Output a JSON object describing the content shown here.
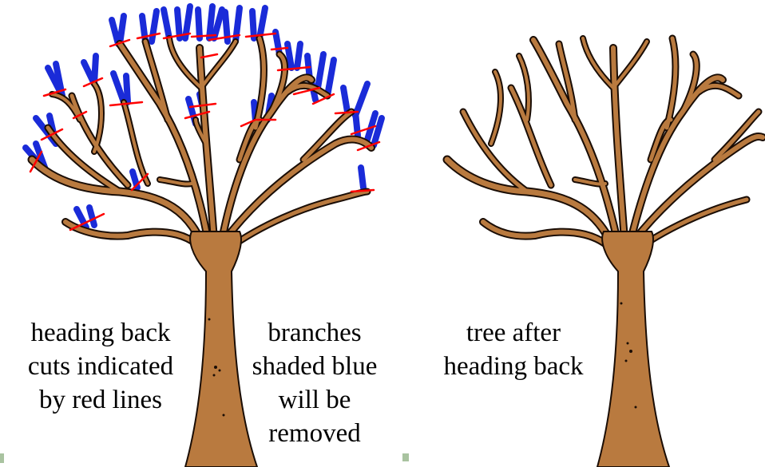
{
  "labels": {
    "heading_cuts": [
      "heading back",
      "cuts indicated",
      "by red lines"
    ],
    "blue_branches": [
      "branches",
      "shaded blue",
      "will be",
      "removed"
    ],
    "after": [
      "tree after",
      "heading back"
    ]
  },
  "colors": {
    "trunk": "#b97a3f",
    "outline": "#1a0d05",
    "removed_branches": "#1a2bd8",
    "cut_lines": "#ff0000",
    "marker": "#a9c3a0"
  }
}
